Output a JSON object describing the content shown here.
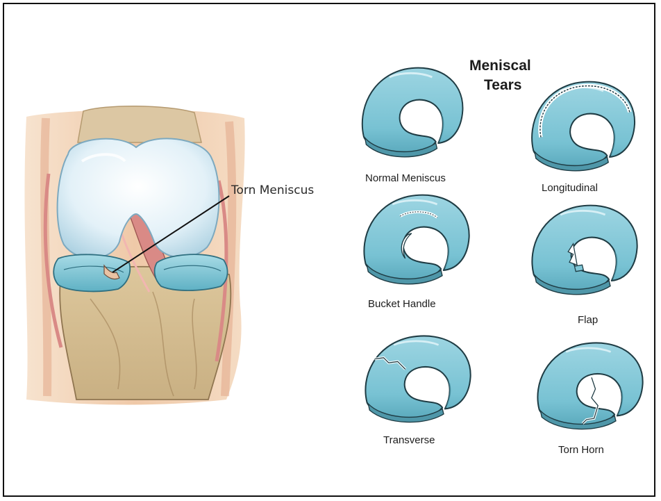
{
  "knee": {
    "callout_label": "Torn Meniscus"
  },
  "title": {
    "line1": "Meniscal",
    "line2": "Tears"
  },
  "tears": [
    {
      "label": "Normal Meniscus",
      "type": "normal"
    },
    {
      "label": "Longitudinal",
      "type": "longitudinal"
    },
    {
      "label": "Bucket Handle",
      "type": "bucket-handle"
    },
    {
      "label": "Flap",
      "type": "flap"
    },
    {
      "label": "Transverse",
      "type": "transverse"
    },
    {
      "label": "Torn Horn",
      "type": "torn-horn"
    }
  ],
  "colors": {
    "meniscus_fill": "#7fc6d6",
    "meniscus_light": "#b3e0ea",
    "meniscus_shadow": "#4f97a9",
    "bone": "#d7c39a",
    "cartilage": "#d9ecf5",
    "skin": "#efc9a8",
    "ligament": "#d98a86"
  }
}
